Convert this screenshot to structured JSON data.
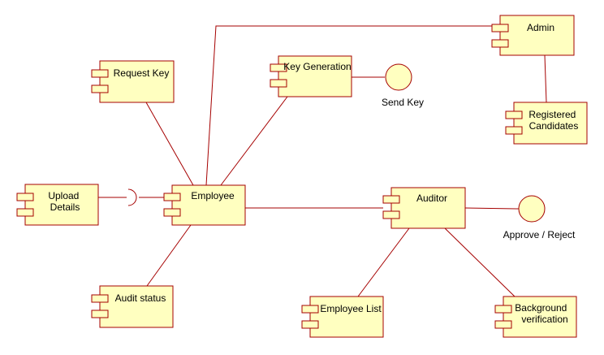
{
  "diagram": {
    "components": {
      "admin": {
        "label": "Admin"
      },
      "registered_candidates": {
        "lines": [
          "Registered",
          "Candidates"
        ]
      },
      "request_key": {
        "label": "Request Key"
      },
      "key_generation": {
        "label": "Key Generation"
      },
      "upload_details": {
        "lines": [
          "Upload",
          "Details"
        ]
      },
      "employee": {
        "label": "Employee"
      },
      "auditor": {
        "label": "Auditor"
      },
      "audit_status": {
        "label": "Audit status"
      },
      "employee_list": {
        "label": "Employee List"
      },
      "background_verification": {
        "lines": [
          "Background",
          "verification"
        ]
      }
    },
    "interfaces": {
      "send_key": {
        "label": "Send Key"
      },
      "approve_reject": {
        "label": "Approve / Reject"
      }
    },
    "colors": {
      "fill": "#ffffc0",
      "stroke": "#a50000"
    }
  }
}
